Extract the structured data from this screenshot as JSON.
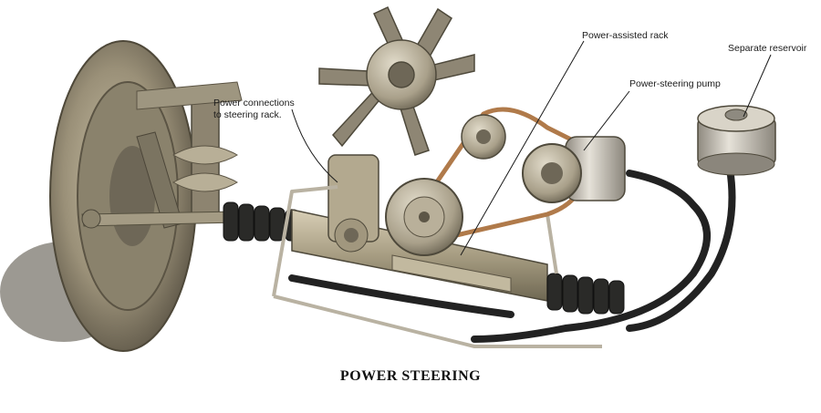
{
  "title": "POWER STEERING",
  "labels": {
    "power_connections": "Power connections\nto steering rack.",
    "power_assisted_rack": "Power-assisted rack",
    "power_steering_pump": "Power-steering pump",
    "separate_reservoir": "Separate reservoir"
  },
  "colors": {
    "metal": "#9a8f78",
    "metal_light": "#cfc6ae",
    "hub": "#6e6757",
    "boot": "#2a2a28",
    "hose": "#222222",
    "belt": "#b07a4a"
  }
}
